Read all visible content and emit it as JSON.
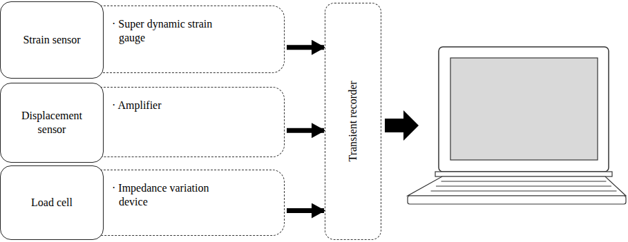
{
  "diagram": {
    "nodes": [
      {
        "text": [
          "Strain sensor"
        ]
      },
      {
        "text": [
          "· Super dynamic strain gauge"
        ]
      },
      {
        "text": [
          "Displacement sensor"
        ]
      },
      {
        "text": [
          "· Amplifier"
        ]
      },
      {
        "text": [
          "Load cell"
        ]
      },
      {
        "text": [
          "· Impedance variation device"
        ]
      },
      {
        "text": [
          "Transient recorder"
        ]
      }
    ],
    "edges": [
      {
        "from": 1,
        "to": 6,
        "arrow": "to"
      },
      {
        "from": 3,
        "to": 6,
        "arrow": "to"
      },
      {
        "from": 5,
        "to": 6,
        "arrow": "to"
      }
    ]
  }
}
